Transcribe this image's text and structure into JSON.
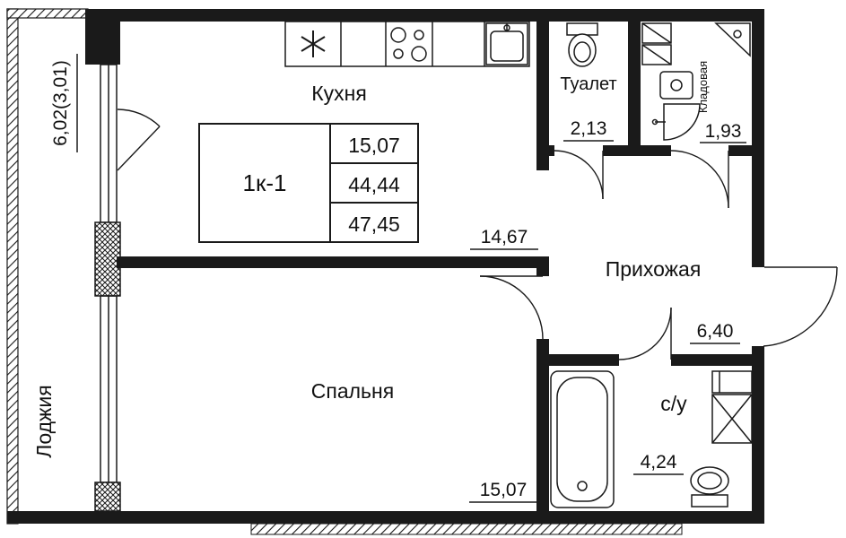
{
  "plan": {
    "colors": {
      "ink": "#1a1a1a",
      "background": "#ffffff"
    },
    "info": {
      "title": "1к-1",
      "rows": [
        "15,07",
        "44,44",
        "47,45"
      ]
    },
    "rooms": {
      "loggia": {
        "label": "Лоджия",
        "area": "6,02(3,01)"
      },
      "kitchen": {
        "label": "Кухня",
        "area": "14,67"
      },
      "toilet": {
        "label": "Туалет",
        "area": "2,13"
      },
      "storage": {
        "label": "Кладовая",
        "area": "1,93"
      },
      "hallway": {
        "label": "Прихожая",
        "area": "6,40"
      },
      "bedroom": {
        "label": "Спальня",
        "area": "15,07"
      },
      "bathroom": {
        "label": "с/у",
        "area": "4,24"
      }
    },
    "fixtures": [
      "vent-asterisk",
      "stove",
      "kitchen-sink",
      "toilet",
      "water-heater",
      "corner-washbasin",
      "corner-sink",
      "shelves",
      "bathtub",
      "washing-machine",
      "toilet-2"
    ]
  }
}
